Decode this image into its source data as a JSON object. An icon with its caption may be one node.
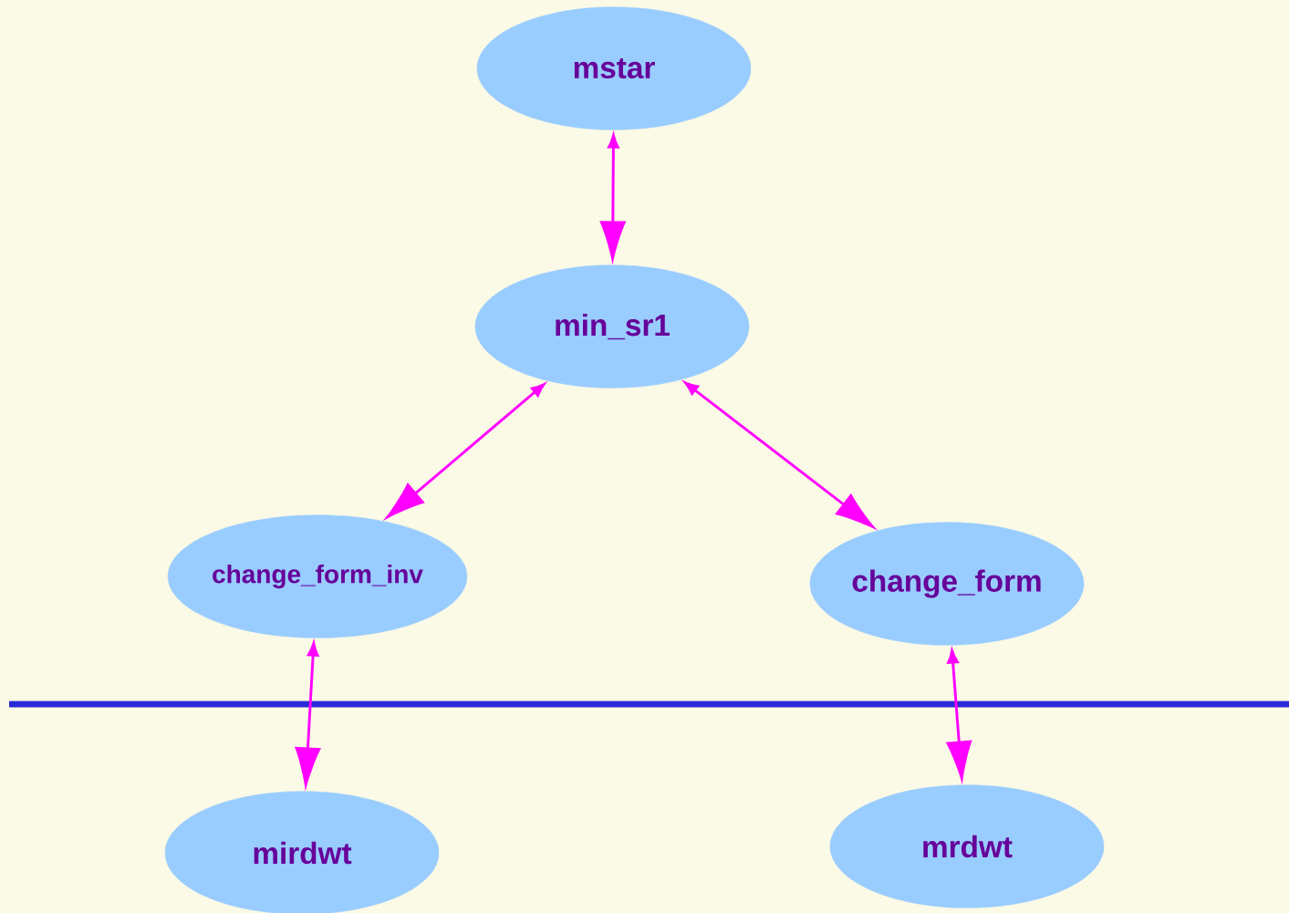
{
  "diagram": {
    "nodes": [
      {
        "text": [
          "mstar"
        ]
      },
      {
        "text": [
          "min_sr1"
        ]
      },
      {
        "text": [
          "change_form_inv"
        ]
      },
      {
        "text": [
          "change_form"
        ]
      },
      {
        "text": [
          "mirdwt"
        ]
      },
      {
        "text": [
          "mrdwt"
        ]
      }
    ],
    "edges": [
      {
        "from": 0,
        "to": 1,
        "arrow": "both"
      },
      {
        "from": 1,
        "to": 2,
        "arrow": "both"
      },
      {
        "from": 1,
        "to": 3,
        "arrow": "both"
      },
      {
        "from": 2,
        "to": 4,
        "arrow": "both"
      },
      {
        "from": 3,
        "to": 5,
        "arrow": "both"
      }
    ]
  }
}
